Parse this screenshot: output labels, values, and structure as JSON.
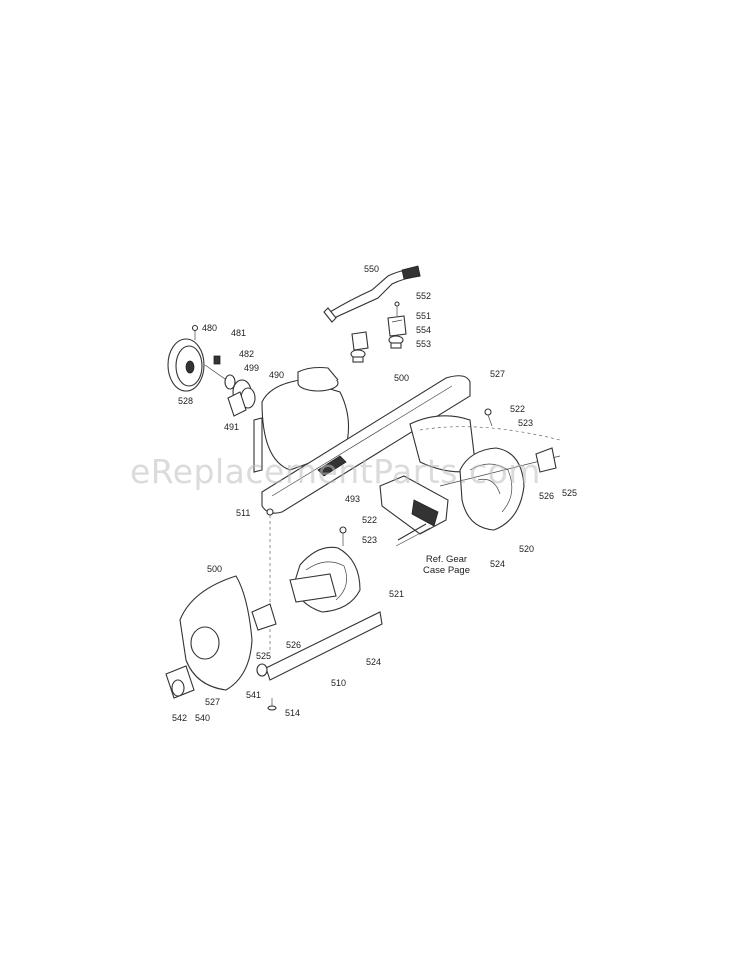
{
  "watermark": "eReplacementParts.com",
  "reference_note": {
    "line1": "Ref. Gear",
    "line2": "Case Page"
  },
  "part_labels": [
    "550",
    "552",
    "551",
    "554",
    "553",
    "480",
    "481",
    "482",
    "499",
    "490",
    "528",
    "491",
    "500",
    "527",
    "522",
    "523",
    "493",
    "511",
    "526",
    "525",
    "520",
    "524",
    "522",
    "523",
    "521",
    "500",
    "526",
    "525",
    "524",
    "510",
    "541",
    "527",
    "514",
    "542",
    "540"
  ]
}
